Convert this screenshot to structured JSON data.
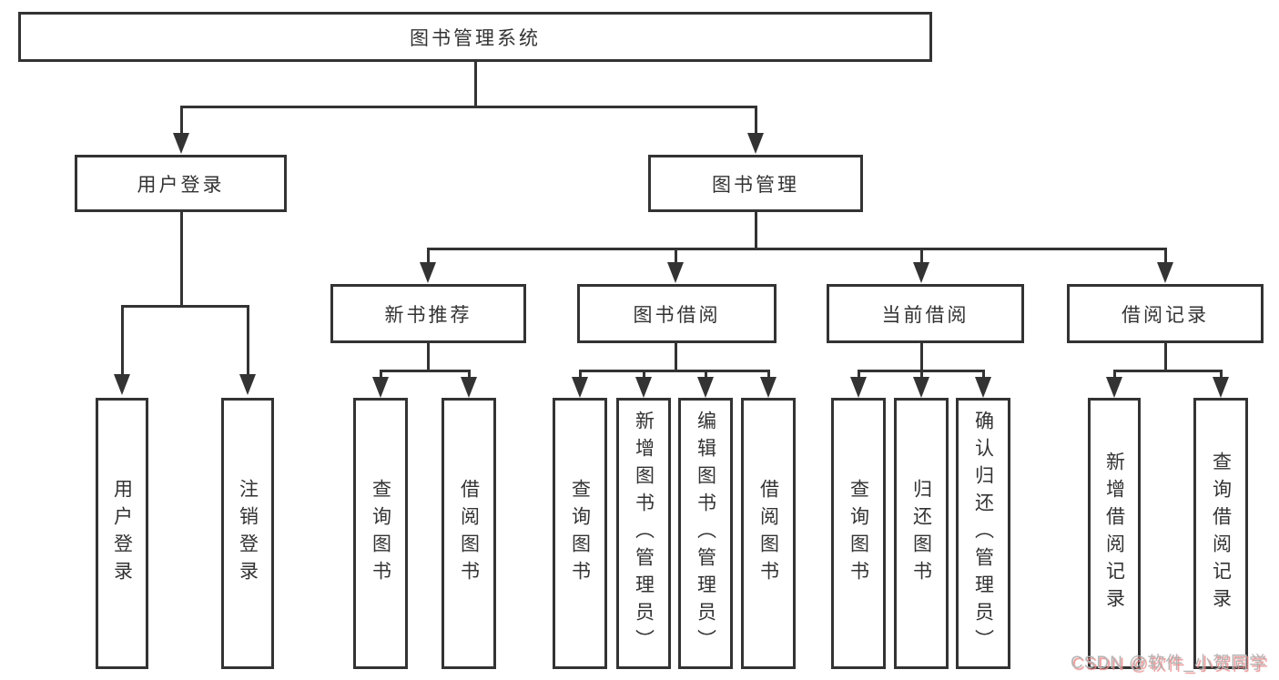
{
  "diagram": {
    "title": "图书管理系统",
    "level2": {
      "user_login": "用户登录",
      "book_mgmt": "图书管理"
    },
    "level3": {
      "new_book": "新书推荐",
      "book_borrow": "图书借阅",
      "current_borrow": "当前借阅",
      "borrow_record": "借阅记录"
    },
    "leaves": {
      "user_login": [
        "用户登录",
        "注销登录"
      ],
      "new_book": [
        "查询图书",
        "借阅图书"
      ],
      "book_borrow": [
        "查询图书",
        "新增图书（管理员）",
        "编辑图书（管理员）",
        "借阅图书"
      ],
      "current_borrow": [
        "查询图书",
        "归还图书",
        "确认归还（管理员）"
      ],
      "borrow_record": [
        "新增借阅记录",
        "查询借阅记录"
      ]
    },
    "colors": {
      "line": "#333333",
      "text": "#333333",
      "background": "#ffffff"
    }
  },
  "watermark": {
    "text": "CSDN @软件_小贺同学",
    "color": "#b5b5b5",
    "shadow_color": "#e98b8b"
  }
}
